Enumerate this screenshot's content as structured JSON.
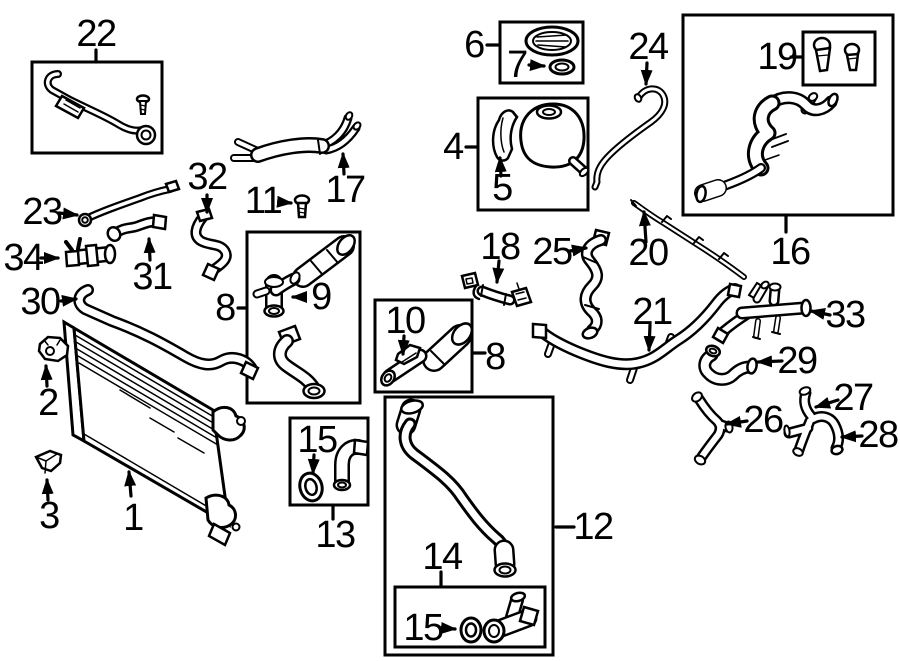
{
  "diagram": {
    "type": "exploded-parts-diagram",
    "background_color": "#ffffff",
    "line_color": "#000000"
  },
  "callouts": [
    {
      "label": "22"
    },
    {
      "label": "23"
    },
    {
      "label": "32"
    },
    {
      "label": "11"
    },
    {
      "label": "17"
    },
    {
      "label": "34"
    },
    {
      "label": "31"
    },
    {
      "label": "30"
    },
    {
      "label": "8"
    },
    {
      "label": "9"
    },
    {
      "label": "2"
    },
    {
      "label": "3"
    },
    {
      "label": "1"
    },
    {
      "label": "15"
    },
    {
      "label": "13"
    },
    {
      "label": "10"
    },
    {
      "label": "8"
    },
    {
      "label": "14"
    },
    {
      "label": "15"
    },
    {
      "label": "12"
    },
    {
      "label": "6"
    },
    {
      "label": "7"
    },
    {
      "label": "4"
    },
    {
      "label": "5"
    },
    {
      "label": "18"
    },
    {
      "label": "25"
    },
    {
      "label": "24"
    },
    {
      "label": "20"
    },
    {
      "label": "21"
    },
    {
      "label": "19"
    },
    {
      "label": "16"
    },
    {
      "label": "33"
    },
    {
      "label": "29"
    },
    {
      "label": "26"
    },
    {
      "label": "27"
    },
    {
      "label": "28"
    }
  ]
}
